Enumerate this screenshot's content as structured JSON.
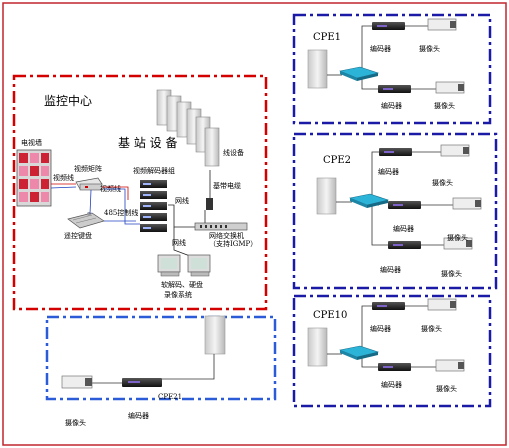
{
  "center": {
    "title": "监控中心",
    "tv_wall": "电视墙",
    "video_matrix": "视频矩阵",
    "video_line_1": "视频线",
    "video_line_2": "视频线",
    "keyboard": "遥控键盘",
    "decoder_group": "视频解码器组",
    "rs485": "485控制线",
    "net_line_1": "网线",
    "net_line_2": "网线",
    "switch": "网络交换机",
    "switch_note": "（支持IGMP）",
    "soft_decode_1": "软解码、硬盘",
    "soft_decode_2": "录像系统"
  },
  "bs": {
    "title": "基 站 设 备",
    "line_equip": "线设备",
    "baseband": "基带电缆"
  },
  "cpe1": {
    "label": "CPE1",
    "encoder_top": "编码器",
    "camera_top": "摄像头",
    "encoder_bottom": "编码器",
    "camera_bottom": "摄像头"
  },
  "cpe2": {
    "label": "CPE2",
    "encoder_top": "编码器",
    "camera_top": "摄像头",
    "encoder_mid": "编码器",
    "camera_mid": "摄像头",
    "encoder_bottom": "编码器",
    "camera_bottom": "摄像头"
  },
  "cpe10": {
    "label": "CPE10",
    "encoder_top": "编码器",
    "camera_top": "摄像头",
    "encoder_bottom": "编码器",
    "camera_bottom": "摄像头"
  },
  "cpe21": {
    "label": "CPE21",
    "camera": "摄像头",
    "encoder": "编码器"
  },
  "colors": {
    "outer_border": "#c0272d",
    "center_border": "#d40000",
    "cpe_border": "#1a1aa6",
    "cpe21_border": "#2b5bd7"
  }
}
